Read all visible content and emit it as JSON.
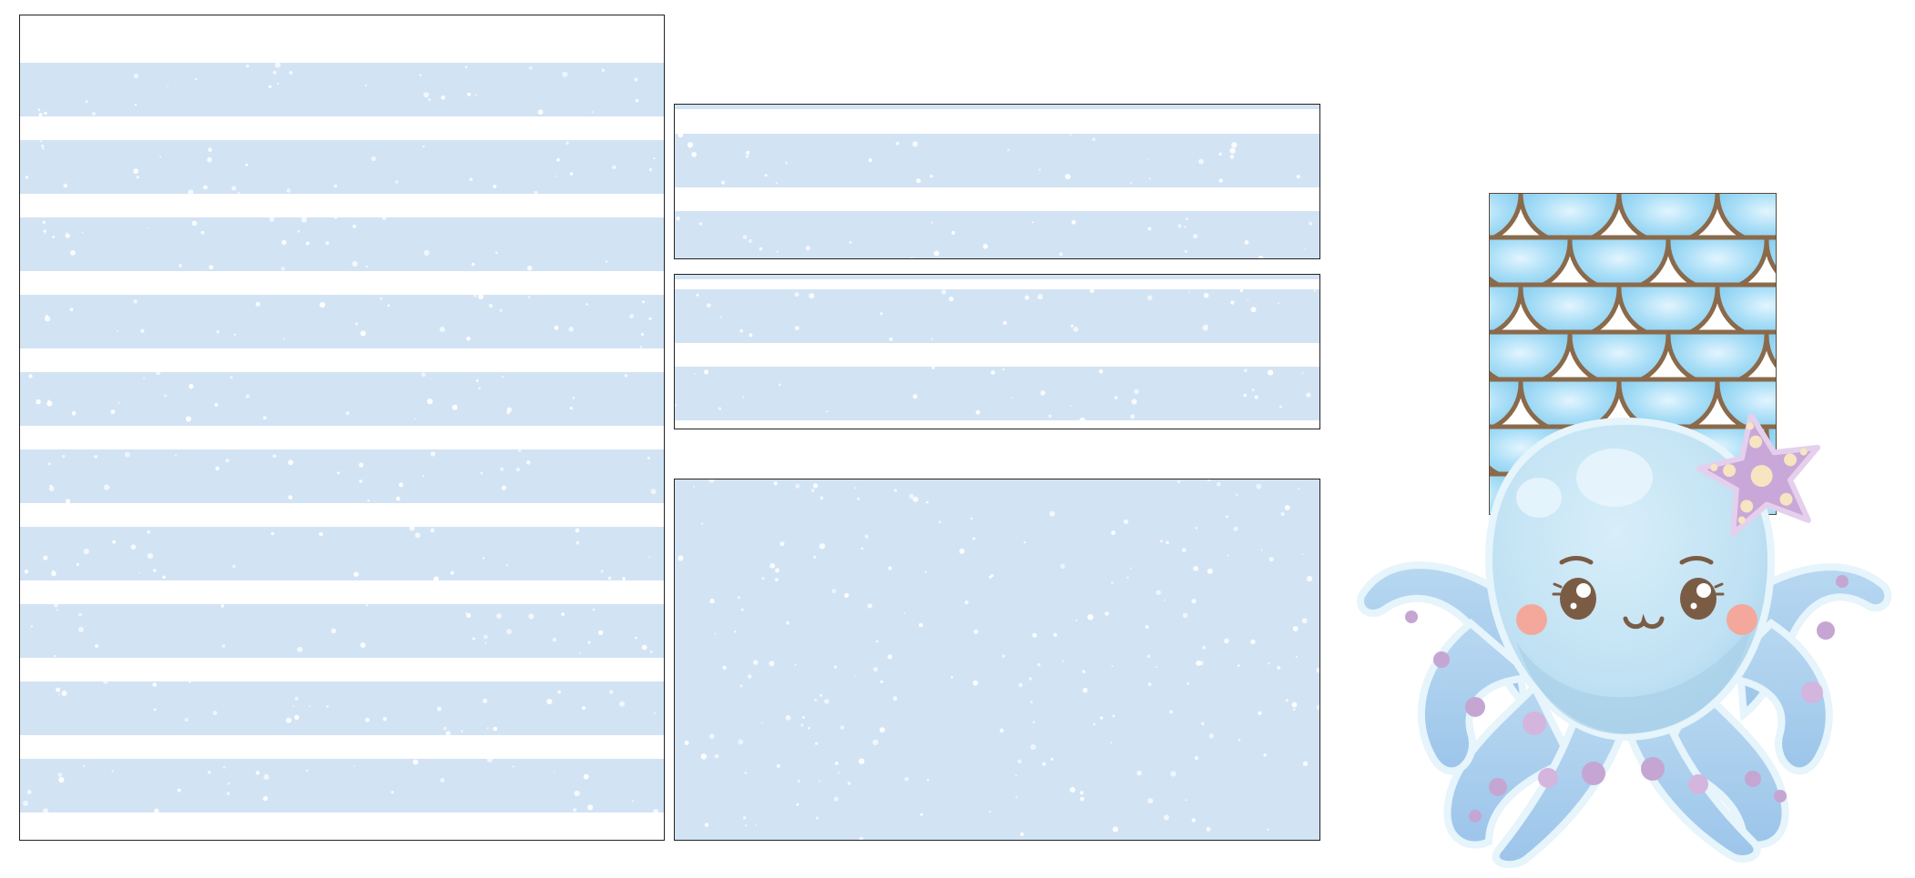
{
  "colors": {
    "page_background": "#ffffff",
    "stripe_blue": "#d2e3f4",
    "stripe_white": "#ffffff",
    "speckle": "#ffffff",
    "panel_border": "#222222",
    "scale_fill": "#9fd8f5",
    "scale_highlight": "#d8f1fd",
    "scale_outline": "#8a6a4a",
    "octopus_body": "#bde0f2",
    "octopus_shadow": "#a7cfe9",
    "octopus_outline": "#e6f4fb",
    "tentacle": "#a9cdec",
    "spot_purple": "#c5a6d3",
    "starfish": "#c9a7d8",
    "starfish_dots": "#f6e5c0",
    "cheek": "#f4a89c",
    "eye": "#7a5c45"
  },
  "panels": [
    {
      "name": "panel-tall",
      "pattern": "horizontal-stripes",
      "stripe_count": 10
    },
    {
      "name": "panel-strip-a",
      "pattern": "horizontal-stripes",
      "stripe_count": 2
    },
    {
      "name": "panel-strip-b",
      "pattern": "horizontal-stripes",
      "stripe_count": 2
    },
    {
      "name": "panel-solid",
      "pattern": "solid-speckled"
    }
  ],
  "illustrations": {
    "scale_tile": "mermaid-scales-pattern",
    "character": "octopus-with-starfish"
  }
}
